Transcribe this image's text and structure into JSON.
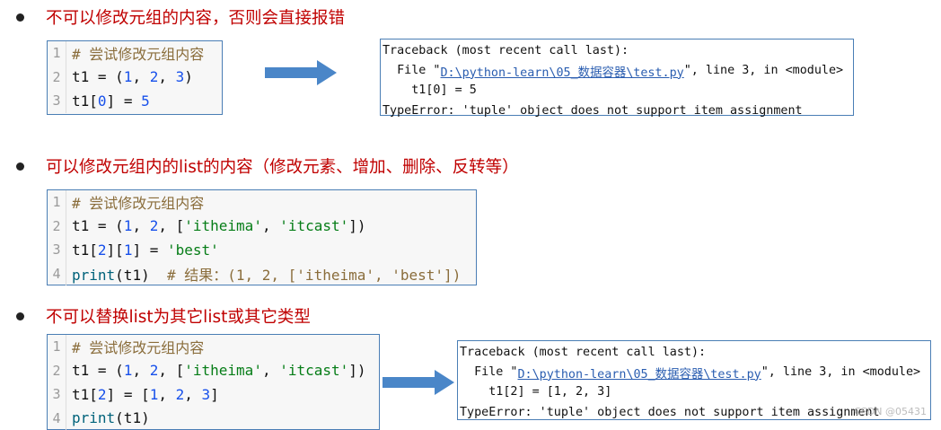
{
  "bullets": [
    "不可以修改元组的内容，否则会直接报错",
    "可以修改元组内的list的内容（修改元素、增加、删除、反转等）",
    "不可以替换list为其它list或其它类型"
  ],
  "code1": {
    "lines": [
      {
        "n": "1",
        "comment": "# 尝试修改元组内容"
      },
      {
        "n": "2",
        "text": "t1 = (1, 2, 3)"
      },
      {
        "n": "3",
        "text": "t1[0] = 5"
      }
    ]
  },
  "error1": {
    "line1": "Traceback (most recent call last):",
    "file_prefix": "  File \"",
    "file_link": "D:\\python-learn\\05_数据容器\\test.py",
    "file_suffix": "\", line 3, in <module>",
    "code_line": "    t1[0] = 5",
    "error_line": "TypeError: 'tuple' object does not support item assignment"
  },
  "code2": {
    "lines": [
      {
        "n": "1",
        "comment": "# 尝试修改元组内容"
      },
      {
        "n": "2",
        "text": "t1 = (1, 2, ['itheima', 'itcast'])"
      },
      {
        "n": "3",
        "text": "t1[2][1] = 'best'"
      },
      {
        "n": "4",
        "text": "print(t1)  # 结果：(1, 2, ['itheima', 'best'])"
      }
    ]
  },
  "code3": {
    "lines": [
      {
        "n": "1",
        "comment": "# 尝试修改元组内容"
      },
      {
        "n": "2",
        "text": "t1 = (1, 2, ['itheima', 'itcast'])"
      },
      {
        "n": "3",
        "text": "t1[2] = [1, 2, 3]"
      },
      {
        "n": "4",
        "text": "print(t1)"
      }
    ]
  },
  "error2": {
    "line1": "Traceback (most recent call last):",
    "file_prefix": "  File \"",
    "file_link": "D:\\python-learn\\05_数据容器\\test.py",
    "file_suffix": "\", line 3, in <module>",
    "code_line": "    t1[2] = [1, 2, 3]",
    "error_line": "TypeError: 'tuple' object does not support item assignment"
  },
  "watermark": "CSDN @05431",
  "colors": {
    "bullet_text": "#c00000",
    "arrow": "#4a86c8",
    "border": "#4a7eb5"
  }
}
